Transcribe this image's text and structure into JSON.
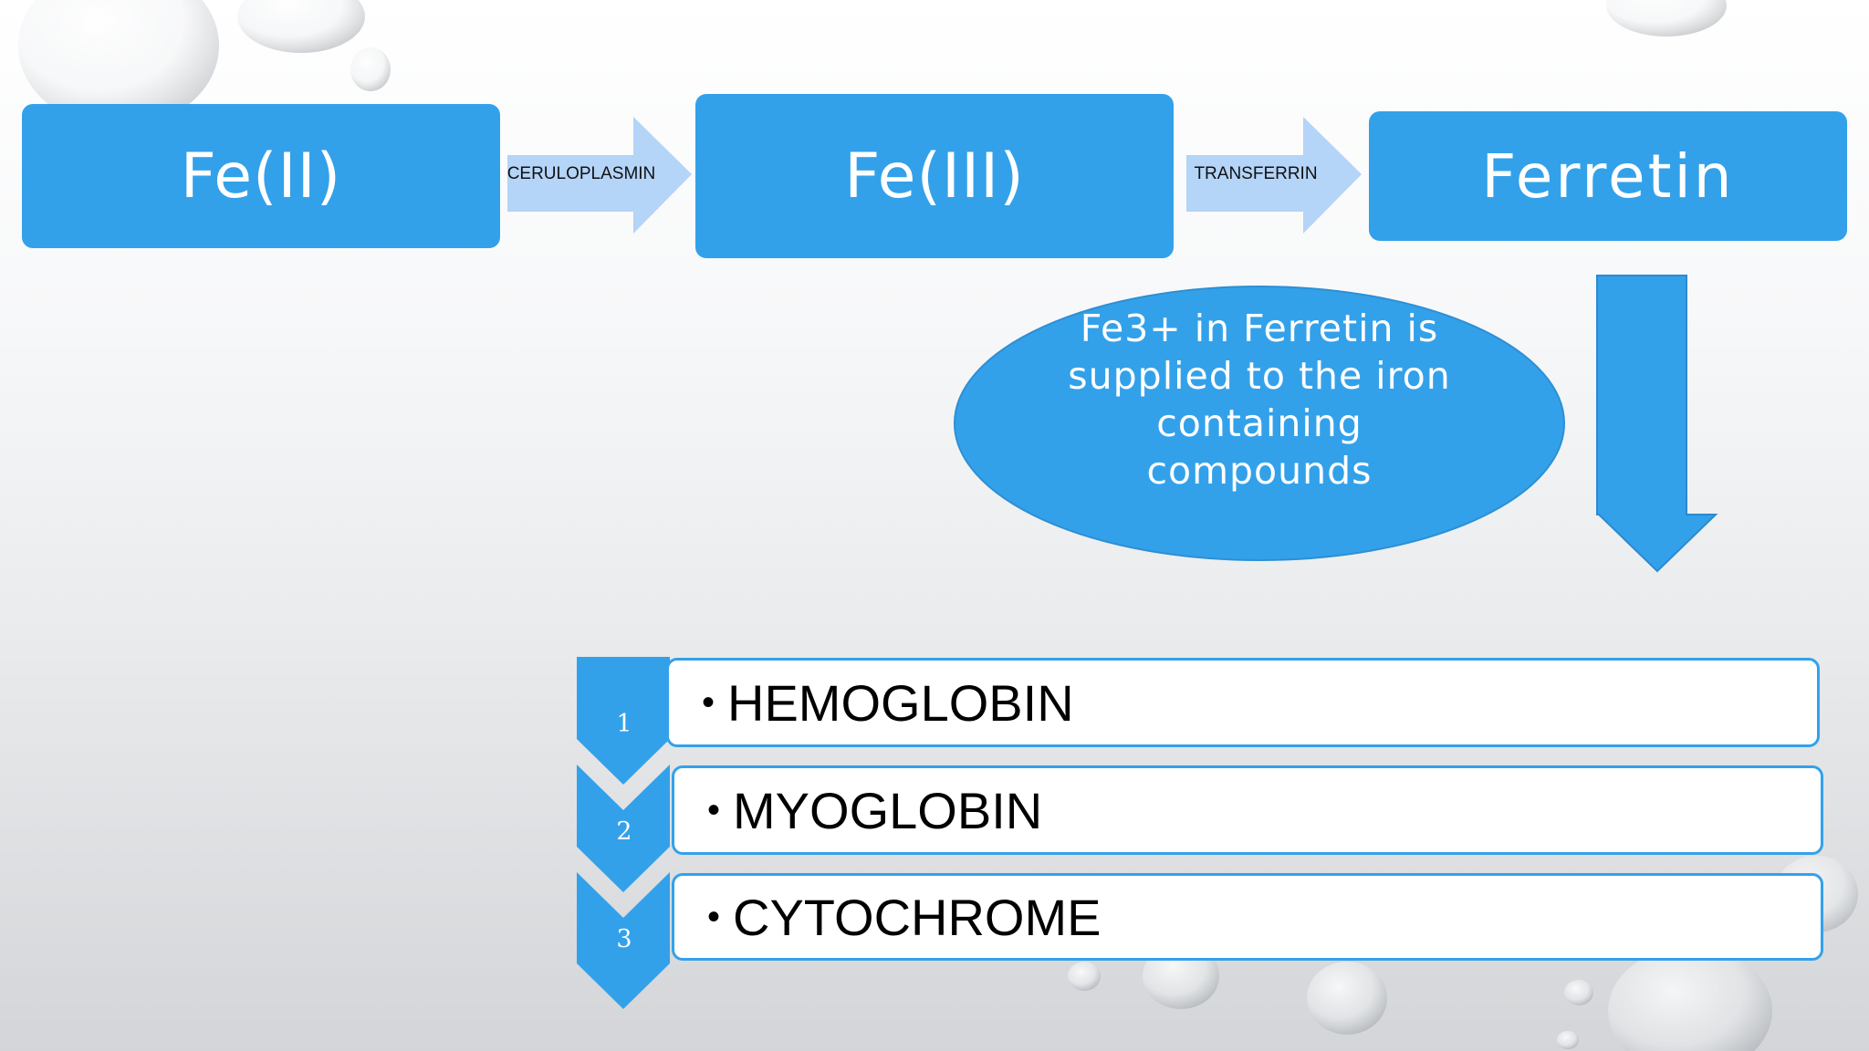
{
  "nodes": {
    "fe2": "Fe(II)",
    "fe3": "Fe(III)",
    "ferretin": "Ferretin"
  },
  "edges": {
    "ceruloplasmin": "CERULOPLASMIN",
    "transferrin": "TRANSFERRIN"
  },
  "ellipse": {
    "lines": [
      "Fe3+ in Ferretin is",
      "supplied to the iron",
      "containing",
      "compounds"
    ]
  },
  "compounds": [
    {
      "number": "1",
      "label": "HEMOGLOBIN"
    },
    {
      "number": "2",
      "label": "MYOGLOBIN"
    },
    {
      "number": "3",
      "label": "CYTOCHROME"
    }
  ],
  "bullet": "•",
  "colors": {
    "primary": "#33a1ea",
    "light_arrow": "#b4d4f8",
    "text_on_primary": "#ffffff"
  }
}
